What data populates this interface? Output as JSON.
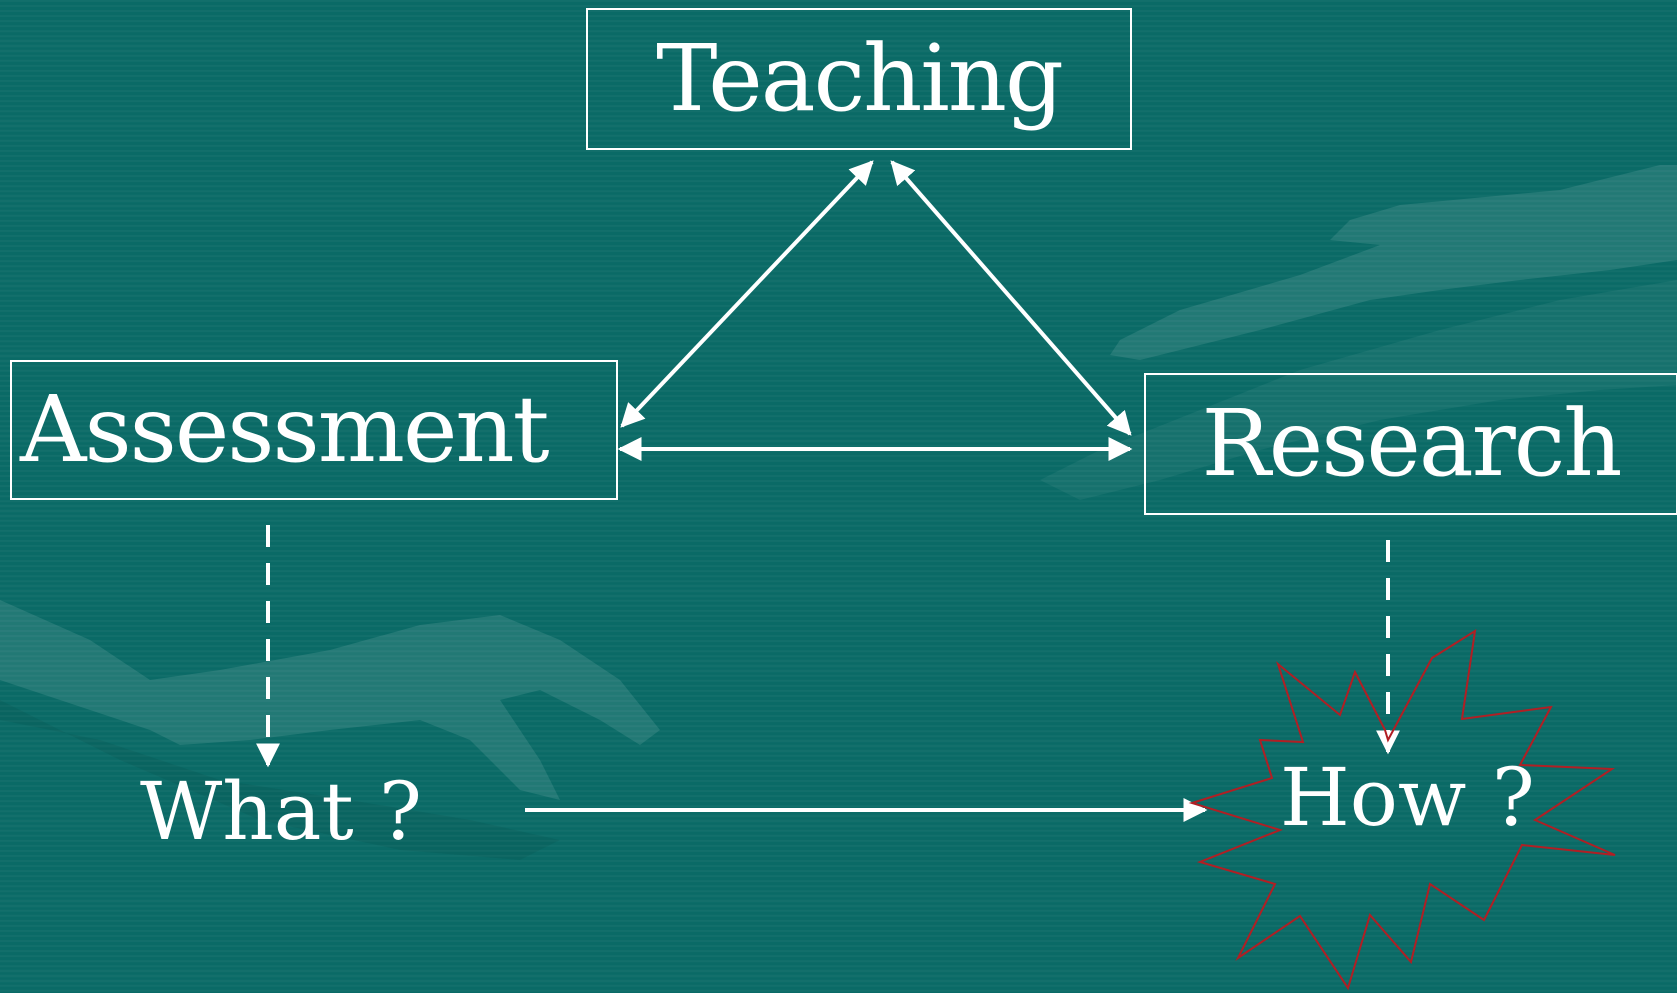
{
  "nodes": {
    "teaching": "Teaching",
    "assessment": "Assessment",
    "research": "Research",
    "what": "What ?",
    "how": "How ?"
  },
  "colors": {
    "background": "#0a6a66",
    "foreground": "#ffffff",
    "starburst": "#b01f24"
  }
}
